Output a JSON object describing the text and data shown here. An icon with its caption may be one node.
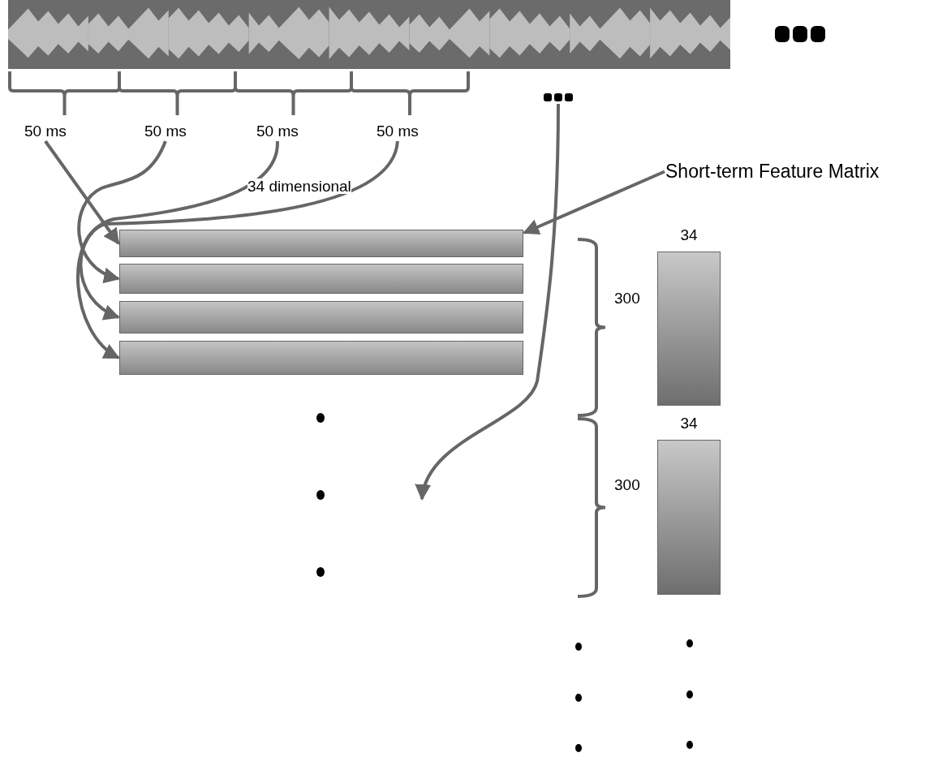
{
  "diagram": {
    "nodes": [
      {
        "text": [],
        "shape": "picture"
      },
      {
        "text": [
          "50 ms"
        ]
      },
      {
        "text": [
          "50 ms"
        ]
      },
      {
        "text": [
          "50 ms"
        ]
      },
      {
        "text": [
          "50 ms"
        ]
      },
      {
        "text": [],
        "shape": "dots"
      },
      {
        "text": [
          "Short-term Feature Matrix"
        ]
      },
      {
        "text": [],
        "shape": "bar"
      },
      {
        "text": [],
        "shape": "bar"
      },
      {
        "text": [],
        "shape": "bar"
      },
      {
        "text": [],
        "shape": "bar"
      },
      {
        "text": [
          "34"
        ]
      },
      {
        "text": [
          "34"
        ]
      }
    ],
    "edges": [
      {
        "from": 1,
        "to": 7,
        "arrow": "to"
      },
      {
        "from": 2,
        "to": 8,
        "arrow": "to"
      },
      {
        "from": 3,
        "to": 9,
        "arrow": "to"
      },
      {
        "from": 4,
        "to": 10,
        "arrow": "to"
      },
      {
        "from": 5,
        "to": null,
        "arrow": "to"
      },
      {
        "from": 6,
        "to": 7,
        "arrow": "to"
      }
    ],
    "labels": [
      "34 dimensional",
      "300",
      "300"
    ]
  }
}
